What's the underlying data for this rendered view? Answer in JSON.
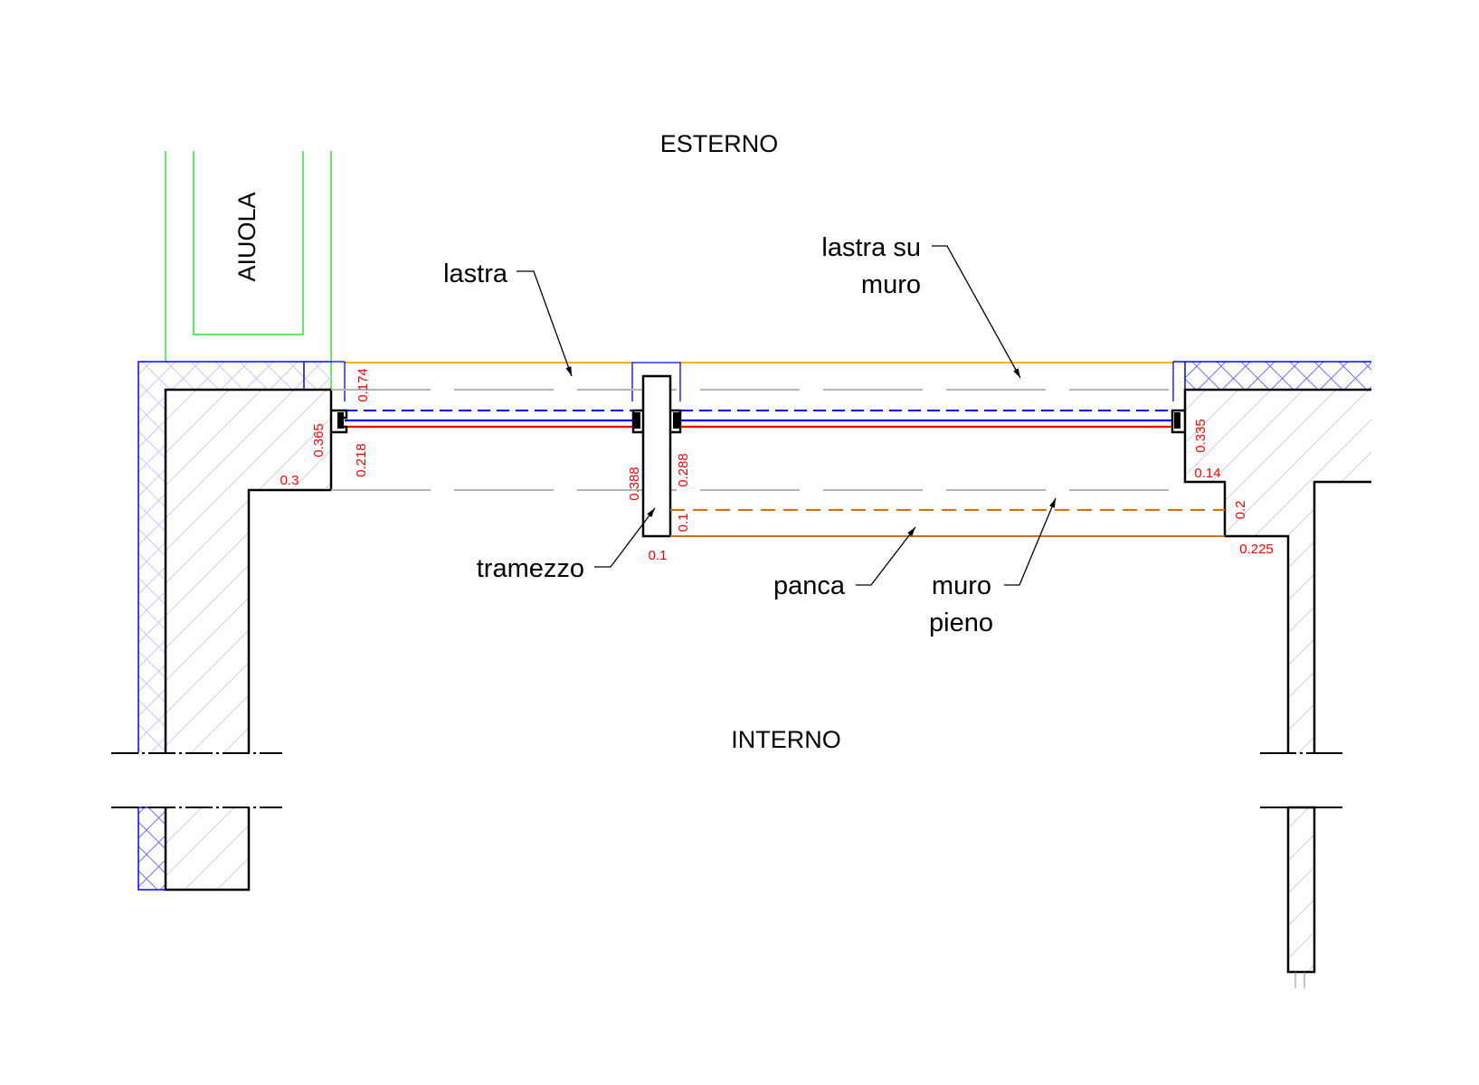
{
  "drawing": {
    "title_zone_top": "ESTERNO",
    "title_zone_bottom": "INTERNO",
    "flowerbed_label": "AIUOLA",
    "colors": {
      "wall_outline": "#000000",
      "insulation": "#0000ff",
      "glass_frame": "#0000ff",
      "glass_red": "#ff0000",
      "slab_line": "#f5b400",
      "flowerbed": "#00dd00",
      "bench": "#d96f00",
      "hidden_line": "#b4b4b4",
      "dimension_text": "#ff0000",
      "hatch": "#d0d0d0"
    },
    "callouts": [
      {
        "id": "lastra",
        "lines": [
          "lastra"
        ]
      },
      {
        "id": "lastra-su-muro",
        "lines": [
          "lastra su",
          "muro"
        ]
      },
      {
        "id": "tramezzo",
        "lines": [
          "tramezzo"
        ]
      },
      {
        "id": "panca",
        "lines": [
          "panca"
        ]
      },
      {
        "id": "muro-pieno",
        "lines": [
          "muro",
          "pieno"
        ]
      }
    ],
    "dimensions": {
      "left_wall_depth": "0.365",
      "left_step": "0.3",
      "slab_to_glass": "0.174",
      "glass_to_hidden": "0.218",
      "tramezzo_left": "0.388",
      "tramezzo_right": "0.288",
      "bench_depth": "0.1",
      "tramezzo_width": "0.1",
      "right_wall_depth": "0.335",
      "right_step": "0.14",
      "right_step_height": "0.2",
      "right_pillar": "0.225"
    }
  }
}
